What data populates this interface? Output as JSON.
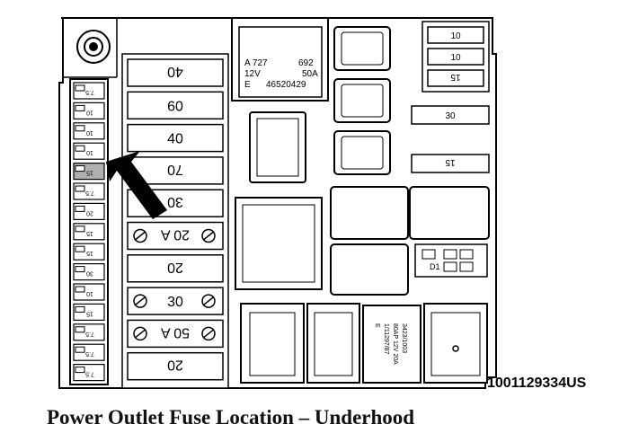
{
  "figure": {
    "caption": "Power Outlet Fuse Location – Underhood",
    "figure_id": "1001129334US"
  },
  "relay_label": {
    "line1_left": "A 727",
    "line1_right": "692",
    "line2_left": "12V",
    "line2_right": "50A",
    "line3_left": "E",
    "line3_right": "46520429"
  },
  "large_fuses": [
    "40",
    "60",
    "40",
    "70",
    "30",
    "20 A",
    "20",
    "30",
    "50 A",
    "20"
  ],
  "large_fuses_rotated": [
    true,
    false,
    false,
    true,
    true,
    true,
    true,
    false,
    true,
    true
  ],
  "mini_fuses": [
    "7.5",
    "10",
    "10",
    "10",
    "15",
    "7.5",
    "20",
    "15",
    "15",
    "30",
    "10",
    "15",
    "7.5",
    "7.5",
    "7.5"
  ],
  "right_fuses": [
    "10",
    "10",
    "15",
    "30",
    "15"
  ],
  "right_fuses_rotated": [
    false,
    false,
    true,
    false,
    true
  ],
  "small_relay_label": {
    "line1": "E",
    "line2": "1/11297/87",
    "line3": "80AP 12V 20A",
    "line4": "3423/1003"
  },
  "diode_label": "D1",
  "colors": {
    "outline": "#000000",
    "fill": "#ffffff",
    "highlight": "#b0b0b0",
    "arrow": "#000000"
  }
}
